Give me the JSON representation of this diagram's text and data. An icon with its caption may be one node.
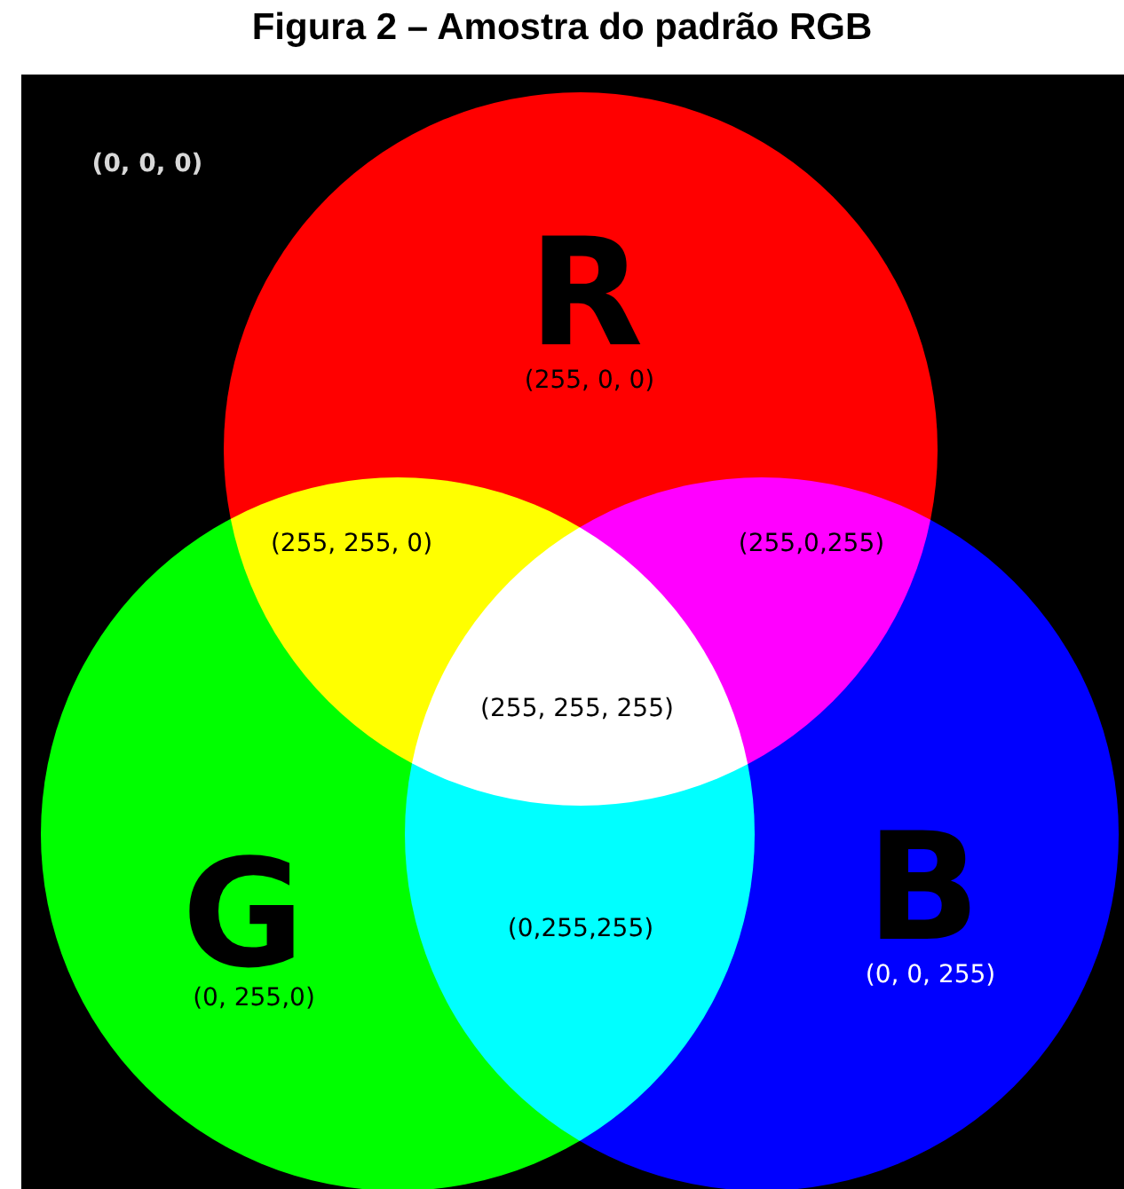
{
  "diagram": {
    "title": "Figura 2 – Amostra do padrão RGB",
    "nodes": [
      {
        "text": [
          "R",
          "(255, 0, 0)"
        ]
      },
      {
        "text": [
          "G",
          "(0, 255,0)"
        ]
      },
      {
        "text": [
          "B",
          "(0, 0, 255)"
        ]
      }
    ],
    "labels": [
      "(0, 0, 0)",
      "(255, 255, 0)",
      "(255,0,255)",
      "(255, 255, 255)",
      "(0,255,255)"
    ]
  }
}
